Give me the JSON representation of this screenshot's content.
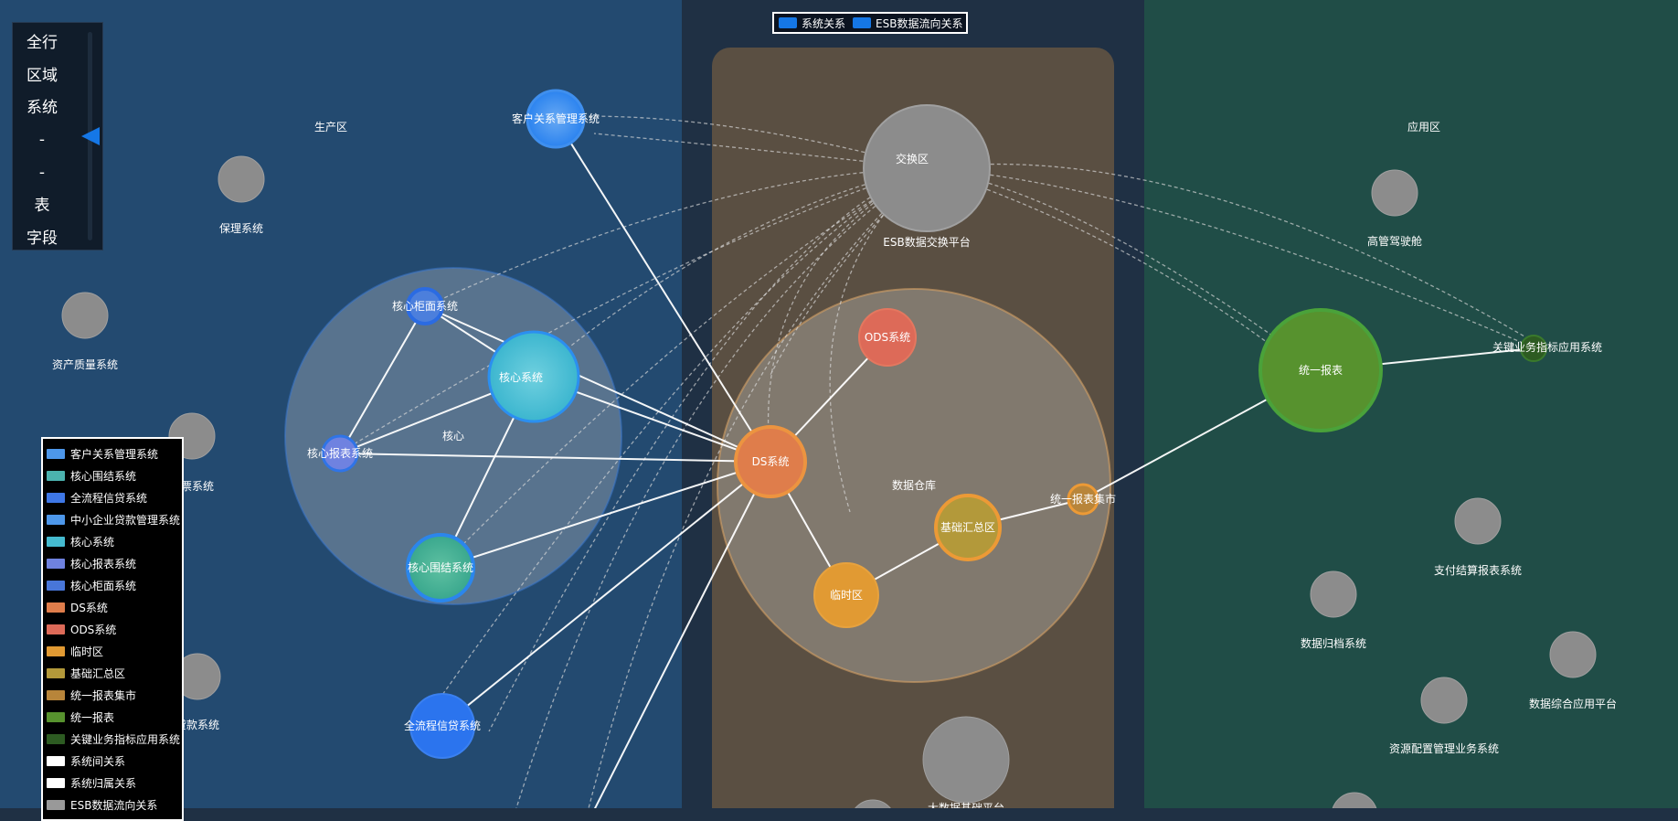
{
  "level_nav": {
    "items": [
      "全行",
      "区域",
      "系统",
      "-",
      "-",
      "表",
      "字段"
    ],
    "selected_index": 3
  },
  "top_legend": [
    {
      "label": "系统关系",
      "color": "#1577e6"
    },
    {
      "label": "ESB数据流向关系",
      "color": "#1577e6"
    }
  ],
  "node_legend": [
    {
      "label": "客户关系管理系统",
      "color": "#4d97ea"
    },
    {
      "label": "核心围结系统",
      "color": "#4bb2ae"
    },
    {
      "label": "全流程信贷系统",
      "color": "#3e77e6"
    },
    {
      "label": "中小企业贷款管理系统",
      "color": "#4d97ea"
    },
    {
      "label": "核心系统",
      "color": "#45bbd0"
    },
    {
      "label": "核心报表系统",
      "color": "#6f82e0"
    },
    {
      "label": "核心柜面系统",
      "color": "#4876d9"
    },
    {
      "label": "DS系统",
      "color": "#df7d4b"
    },
    {
      "label": "ODS系统",
      "color": "#dd6a58"
    },
    {
      "label": "临时区",
      "color": "#e19a33"
    },
    {
      "label": "基础汇总区",
      "color": "#b3993a"
    },
    {
      "label": "统一报表集市",
      "color": "#b8853a"
    },
    {
      "label": "统一报表",
      "color": "#57922e"
    },
    {
      "label": "关键业务指标应用系统",
      "color": "#2d5b22"
    },
    {
      "label": "系统间关系",
      "color": "#ffffff"
    },
    {
      "label": "系统归属关系",
      "color": "#ffffff"
    },
    {
      "label": "ESB数据流向关系",
      "color": "#999999"
    }
  ],
  "zones": {
    "production": "生产区",
    "application": "应用区",
    "core_group": "核心",
    "warehouse": "数据仓库"
  },
  "colors": {
    "production_zone": "#234a70",
    "exchange_zone": "#5a4f42",
    "application_zone": "#204d47",
    "gap": "#1f3044",
    "gray_node": "#8c8c8c"
  },
  "nodes": {
    "crm": "客户关系管理系统",
    "exchange": "交换区",
    "esb": "ESB数据交换平台",
    "baoli": "保理系统",
    "asset": "资产质量系统",
    "piaoju": "汇票系统",
    "daikuan": "贷款系统",
    "counter": "核心柜面系统",
    "core": "核心系统",
    "core_report": "核心报表系统",
    "core_wrap": "核心围结系统",
    "credit": "全流程信贷系统",
    "ods": "ODS系统",
    "ds": "DS系统",
    "base": "基础汇总区",
    "temp": "临时区",
    "mart": "统一报表集市",
    "bigdata": "大数据基础平台",
    "report": "统一报表",
    "kpi": "关键业务指标应用系统",
    "gaoguan": "高管驾驶舱",
    "zhifu": "支付结算报表系统",
    "archive": "数据归档系统",
    "integrated": "数据综合应用平台",
    "resource": "资源配置管理业务系统"
  }
}
